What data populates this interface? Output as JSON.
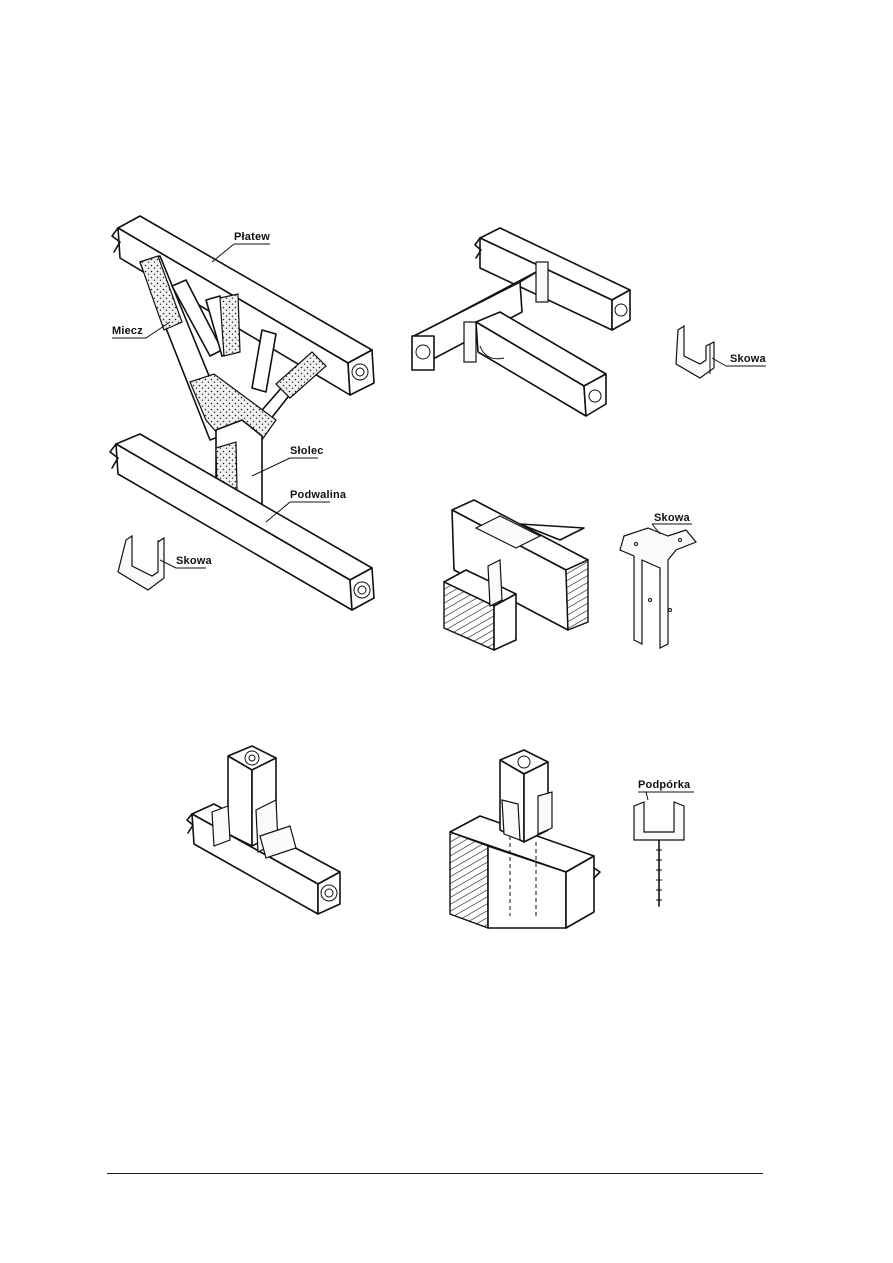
{
  "labels": {
    "platew": "Płatew",
    "miecz": "Miecz",
    "stolec": "Słolec",
    "podwalina": "Podwalina",
    "skowa_1": "Skowa",
    "skowa_2": "Skowa",
    "skowa_3": "Skowa",
    "podporka": "Podpórka"
  }
}
